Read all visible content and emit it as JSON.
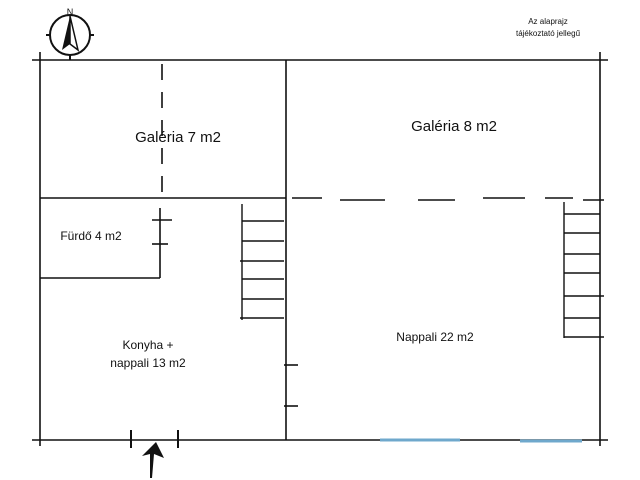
{
  "compass": {
    "label": "N",
    "icon": "north-arrow-icon"
  },
  "note": {
    "line1": "Az alaprajz",
    "line2": "tájékoztató jellegű"
  },
  "rooms": {
    "gallery_left": "Galéria 7 m2",
    "gallery_right": "Galéria 8 m2",
    "bathroom": "Fürdő 4 m2",
    "kitchen_line1": "Konyha +",
    "kitchen_line2": "nappali 13 m2",
    "living": "Nappali 22 m2"
  },
  "colors": {
    "line": "#111111",
    "window": "#6fa8cc"
  },
  "icons": [
    "north-arrow-icon",
    "entrance-arrow-icon",
    "staircase-icon"
  ]
}
